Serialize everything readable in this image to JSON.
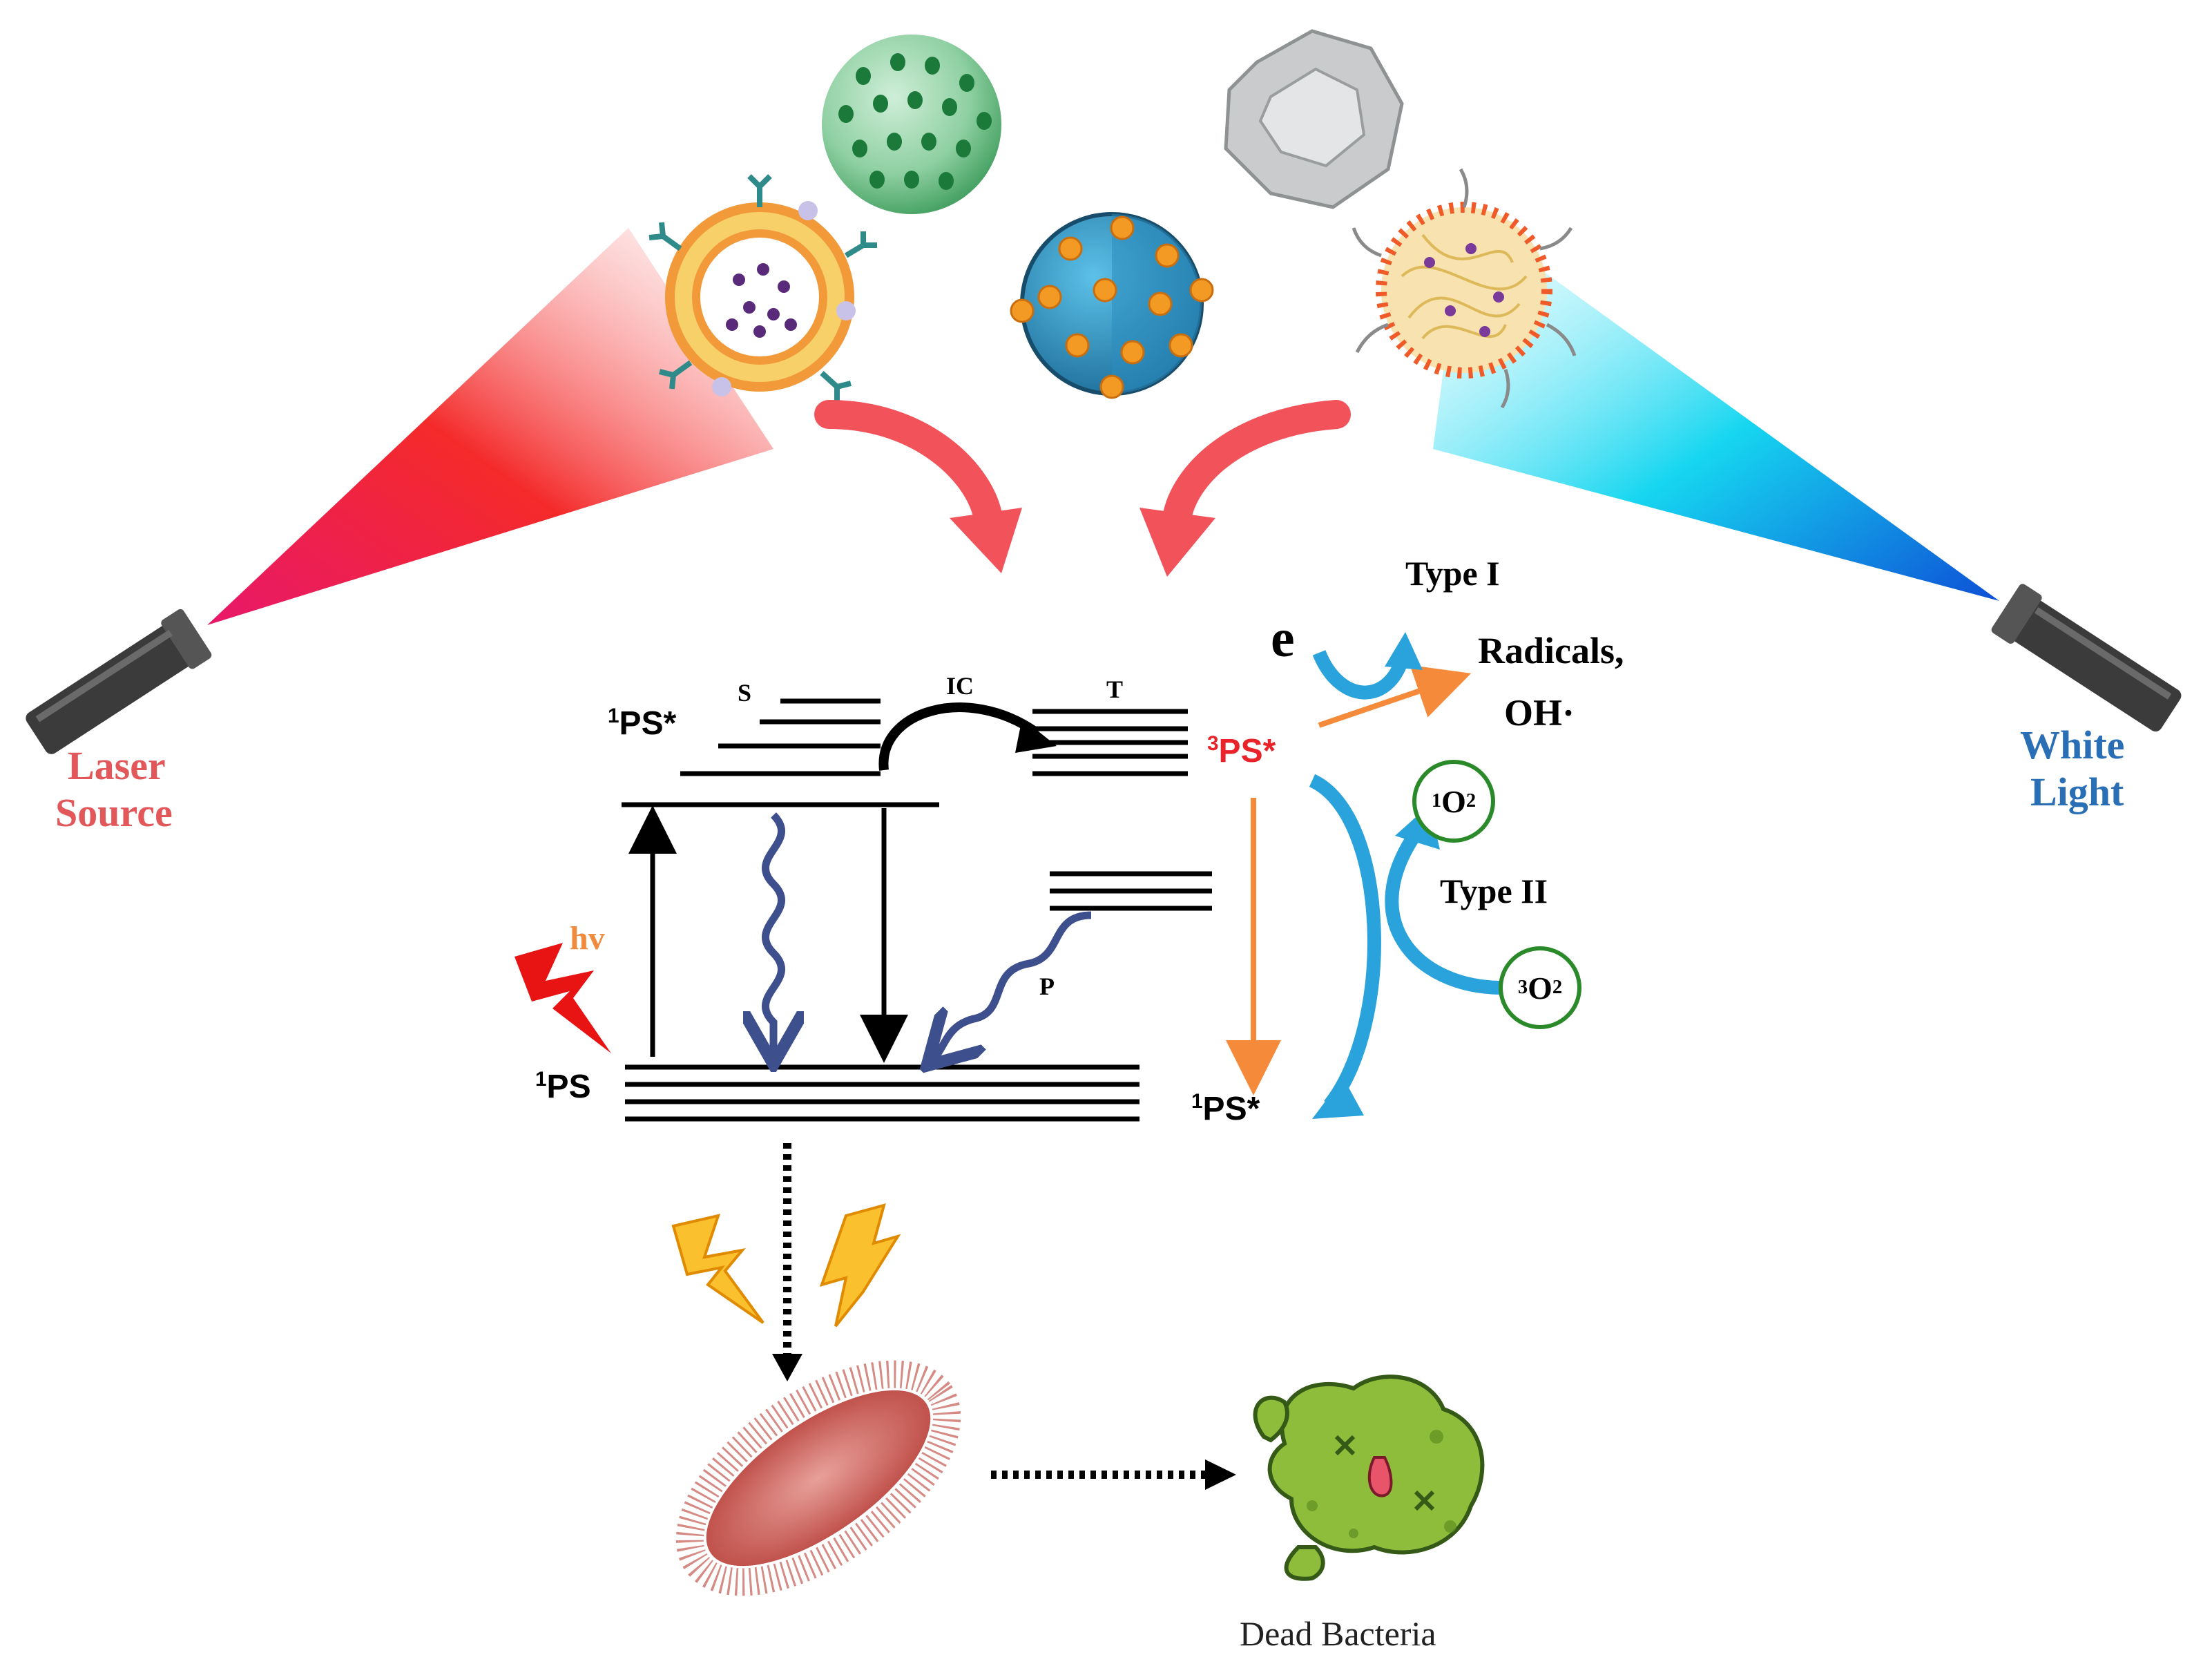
{
  "labels": {
    "laser_line1": "Laser",
    "laser_line2": "Source",
    "white_line1": "White",
    "white_line2": "Light",
    "s": "S",
    "ic": "IC",
    "t": "T",
    "ps1_excited_base": "PS*",
    "ps1_excited_sup": "1",
    "ps3_excited_base": "PS*",
    "ps3_excited_sup": "3",
    "ps1_ground_base": "PS",
    "ps1_ground_sup": "1",
    "ps1_right_base": "PS*",
    "ps1_right_sup": "1",
    "hv": "hv",
    "p": "P",
    "type1": "Type I",
    "e": "e",
    "radicals": "Radicals,",
    "oh": "OH·",
    "type2": "Type II",
    "singlet_o2_sup": "1",
    "singlet_o2_base": "O",
    "singlet_o2_sub": "2",
    "triplet_o2_sup": "3",
    "triplet_o2_base": "O",
    "triplet_o2_sub": "2",
    "dead_bacteria": "Dead Bacteria"
  },
  "colors": {
    "laser_text": "#e2575a",
    "white_text": "#2a6fb5",
    "ps3_text": "#e8242a",
    "hv_text": "#f08a3c",
    "orange_arrow": "#f58a3a",
    "blue_arrow": "#2aa3dc",
    "wavy": "#3d4f8c",
    "red_arrow": "#f2535a",
    "o2_circle": "#2a8a2a"
  }
}
